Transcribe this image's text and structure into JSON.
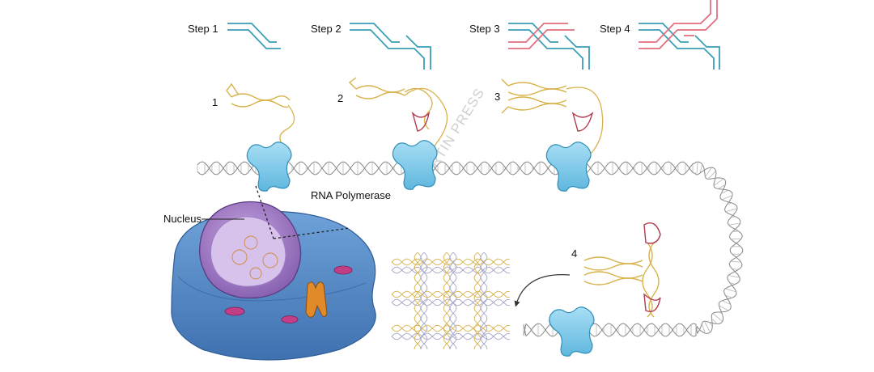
{
  "steps": {
    "step1": "Step 1",
    "step2": "Step 2",
    "step3": "Step 3",
    "step4": "Step 4"
  },
  "stages": {
    "s1": "1",
    "s2": "2",
    "s3": "3",
    "s4": "4"
  },
  "labels": {
    "rna_polymerase": "RNA Polymerase",
    "nucleus": "Nucleus"
  },
  "watermark": "RTIN PRESS",
  "colors": {
    "blue_strand": "#3a9fb8",
    "red_strand": "#e26f7f",
    "origami_yellow": "#d8b24a",
    "origami_red": "#b23a4e",
    "polymerase": "#7cc8e8",
    "cell": "#4d86c6",
    "nucleus": "#8f66b8"
  }
}
